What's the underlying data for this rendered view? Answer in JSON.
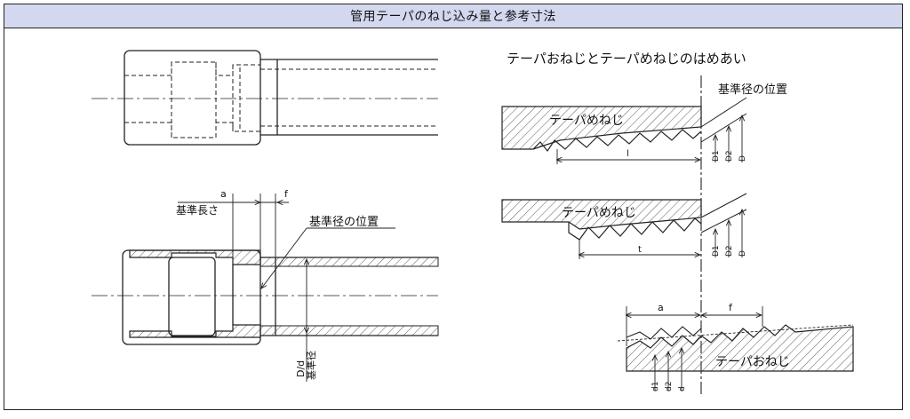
{
  "header": {
    "title": "管用テーパのねじ込み量と参考寸法"
  },
  "left": {
    "label_a": "a",
    "label_f": "f",
    "kijun_nagasa": "基準長さ",
    "kijunkei_ichi": "基準径の位置",
    "dd_label": "D/d",
    "kijunkei": "基準径"
  },
  "right": {
    "title": "テーパおねじとテーパめねじのはめあい",
    "kijunkei_ichi": "基準径の位置",
    "mene_upper": "テーパめねじ",
    "mene_lower": "テーパめねじ",
    "one": "テーパおねじ",
    "label_l": "l",
    "label_t": "t",
    "label_a": "a",
    "label_f": "f",
    "d1": "D1",
    "d2": "D2",
    "d": "D",
    "sd1": "d1",
    "sd2": "d2",
    "sd": "d"
  }
}
